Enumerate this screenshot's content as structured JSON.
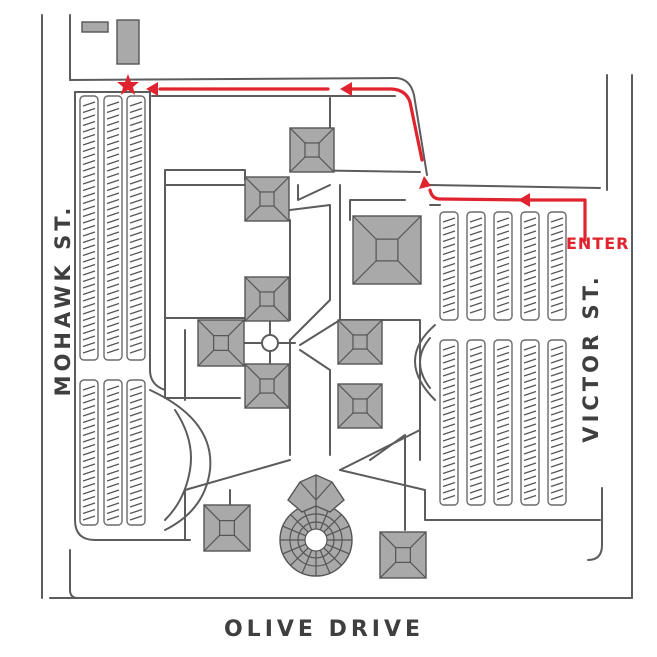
{
  "streets": {
    "south": "OLIVE DRIVE",
    "west": "MOHAWK ST.",
    "east": "VICTOR ST."
  },
  "route": {
    "entry_label": "ENTER",
    "color": "#e0242f",
    "destination_marker": "star-icon"
  },
  "colors": {
    "building_fill": "#a9a9a9",
    "outline": "#5c5c5c",
    "street_text": "#3f3f3f"
  }
}
